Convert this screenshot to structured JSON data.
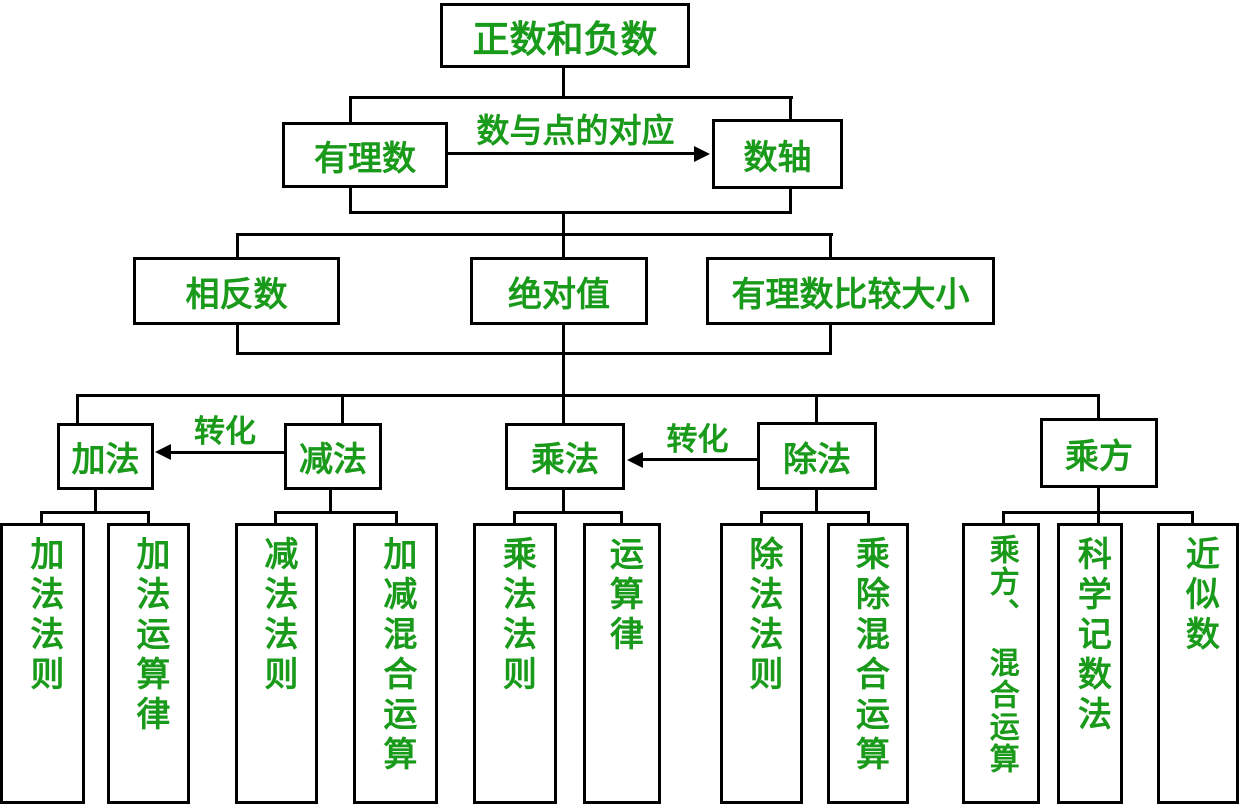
{
  "colors": {
    "text_green": "#1a9a1a",
    "line_black": "#000000",
    "background": "#ffffff"
  },
  "nodes": {
    "root": {
      "label": "正数和负数"
    },
    "rational": {
      "label": "有理数"
    },
    "axis": {
      "label": "数轴"
    },
    "opposite": {
      "label": "相反数"
    },
    "absolute": {
      "label": "绝对值"
    },
    "compare": {
      "label": "有理数比较大小"
    },
    "add": {
      "label": "加法"
    },
    "subtract": {
      "label": "减法"
    },
    "multiply": {
      "label": "乘法"
    },
    "divide": {
      "label": "除法"
    },
    "power": {
      "label": "乘方"
    },
    "add_rule": {
      "label": "加法法则"
    },
    "add_laws": {
      "label": "加法运算律"
    },
    "sub_rule": {
      "label": "减法法则"
    },
    "addsub_mixed": {
      "label": "加减混合运算"
    },
    "mul_rule": {
      "label": "乘法法则"
    },
    "operation_laws": {
      "label": "运算律"
    },
    "div_rule": {
      "label": "除法法则"
    },
    "muldiv_mixed": {
      "label": "乘除混合运算"
    },
    "power_mixed": {
      "label": "乘方、　混合运算"
    },
    "scientific": {
      "label": "科学记数法"
    },
    "approximate": {
      "label": "近似数"
    }
  },
  "edge_labels": {
    "number_point": "数与点的对应",
    "convert1": "转化",
    "convert2": "转化"
  }
}
